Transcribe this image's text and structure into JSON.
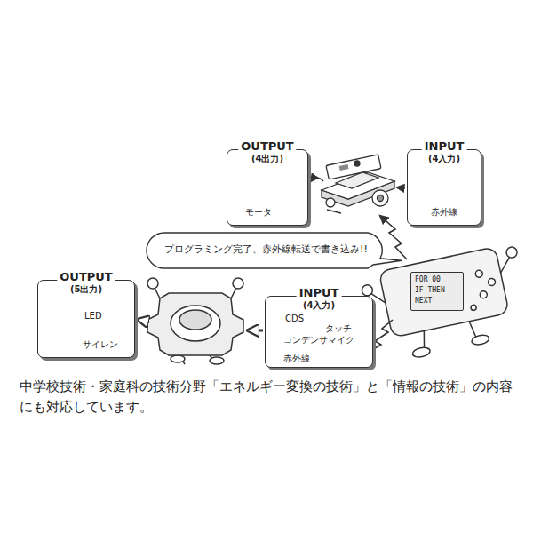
{
  "diagram": {
    "caption": "中学校技術・家庭科の技術分野「エネルギー変換の技術」と「情報の技術」の内容にも対応しています。",
    "nodes": [
      {
        "text": [
          "OUTPUT",
          "(4出力)",
          "モータ"
        ]
      },
      {
        "text": [
          "INPUT",
          "(4入力)",
          "赤外線"
        ]
      },
      {
        "text": [
          "プログラミング完了、赤外線転送で書き込み!!"
        ]
      },
      {
        "text": [
          "FOR 00",
          "IF THEN",
          "NEXT"
        ]
      },
      {
        "text": [
          "OUTPUT",
          "(5出力)",
          "LED",
          "サイレン"
        ]
      },
      {
        "text": [
          "INPUT",
          "(4入力)",
          "CDS",
          "タッチ",
          "コンデンサマイク",
          "赤外線"
        ]
      }
    ]
  }
}
